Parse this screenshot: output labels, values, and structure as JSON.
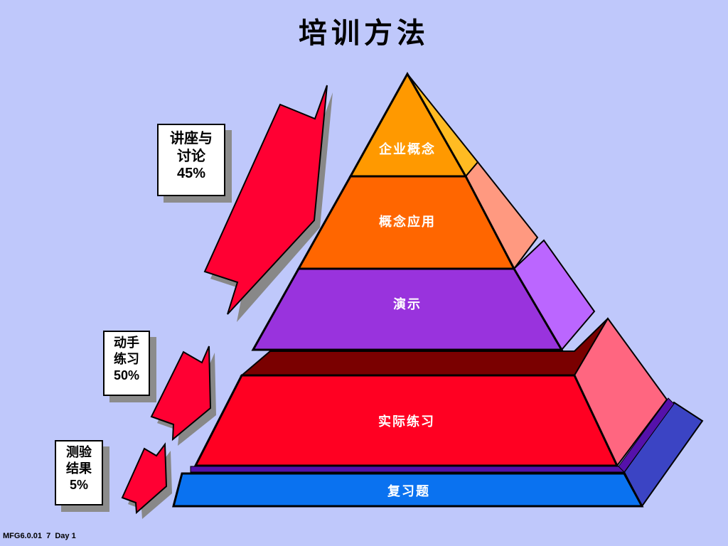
{
  "title": "培训方法",
  "pyramid": {
    "layers": [
      {
        "label": "企业概念",
        "color": "#ff9900"
      },
      {
        "label": "概念应用",
        "color": "#ff6600"
      },
      {
        "label": "演示",
        "color": "#9933dd"
      },
      {
        "label": "实际练习",
        "color": "#ff0022"
      },
      {
        "label": "复习题",
        "color": "#0066ff"
      }
    ]
  },
  "methods": [
    {
      "line1": "讲座与",
      "line2": "讨论",
      "percent": "45%"
    },
    {
      "line1": "动手",
      "line2": "练习",
      "percent": "50%"
    },
    {
      "line1": "测验",
      "line2": "结果",
      "percent": "5%"
    }
  ],
  "footer": "MFG6.0.01  7  Day 1"
}
